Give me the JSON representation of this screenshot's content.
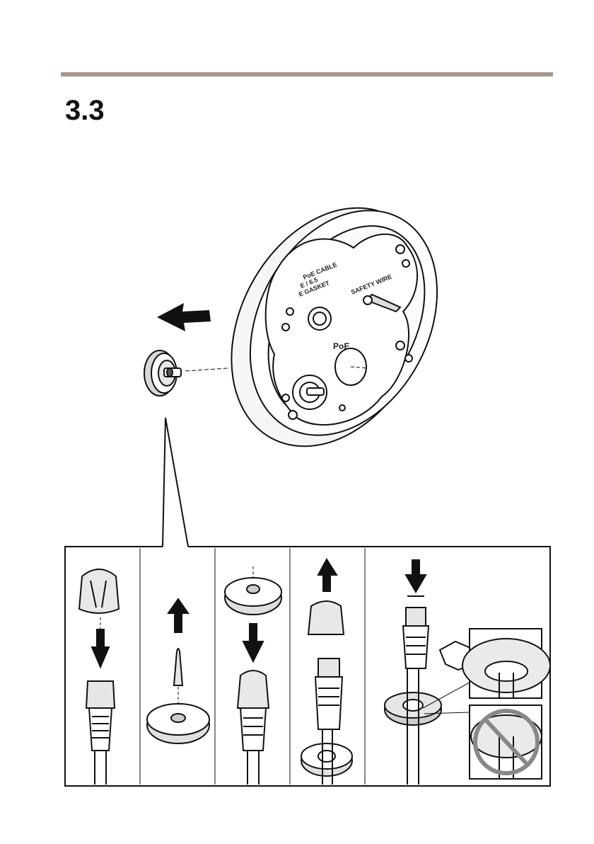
{
  "header": {
    "section_number": "3.3",
    "rule_color": "#a89788"
  },
  "figure": {
    "housing_labels": {
      "cable_text": [
        "PoE CABLE",
        "E / 6.5",
        "E GASKET"
      ],
      "safety_wire": "SAFETY WIRE",
      "poe": "PoE"
    },
    "icons": [
      "arrow-left-icon",
      "arrow-up-icon",
      "arrow-down-icon",
      "pointing-hand-icon",
      "prohibited-icon"
    ]
  }
}
